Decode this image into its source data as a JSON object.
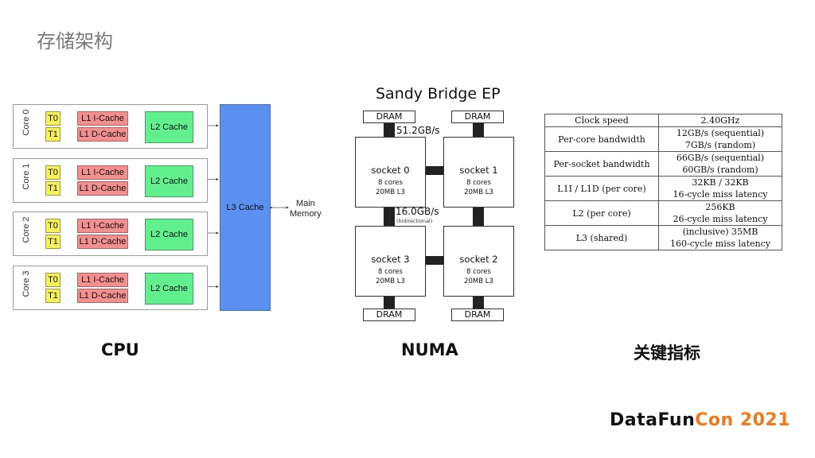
{
  "page_title": "存储架构",
  "cpu": {
    "caption": "CPU",
    "cores": [
      {
        "label": "Core 0",
        "t0": "T0",
        "t1": "T1",
        "l1i": "L1 I-Cache",
        "l1d": "L1 D-Cache",
        "l2": "L2 Cache"
      },
      {
        "label": "Core 1",
        "t0": "T0",
        "t1": "T1",
        "l1i": "L1 I-Cache",
        "l1d": "L1 D-Cache",
        "l2": "L2 Cache"
      },
      {
        "label": "Core 2",
        "t0": "T0",
        "t1": "T1",
        "l1i": "L1 I-Cache",
        "l1d": "L1 D-Cache",
        "l2": "L2 Cache"
      },
      {
        "label": "Core 3",
        "t0": "T0",
        "t1": "T1",
        "l1i": "L1 I-Cache",
        "l1d": "L1 D-Cache",
        "l2": "L2 Cache"
      }
    ],
    "l3": "L3 Cache",
    "main_memory": [
      "Main",
      "Memory"
    ]
  },
  "numa": {
    "caption": "NUMA",
    "title": "Sandy Bridge EP",
    "dram": "DRAM",
    "sockets": [
      {
        "name": "socket 0",
        "cores": "8 cores",
        "l3": "20MB L3"
      },
      {
        "name": "socket 1",
        "cores": "8 cores",
        "l3": "20MB L3"
      },
      {
        "name": "socket 3",
        "cores": "8 cores",
        "l3": "20MB L3"
      },
      {
        "name": "socket 2",
        "cores": "8 cores",
        "l3": "20MB L3"
      }
    ],
    "mem_bandwidth": "51.2GB/s",
    "qpi_bandwidth": "16.0GB/s",
    "qpi_note": "(bidirectional)"
  },
  "metrics": {
    "caption": "关键指标",
    "rows": [
      {
        "key": "Clock speed",
        "values": [
          "2.40GHz"
        ]
      },
      {
        "key": "Per-core bandwidth",
        "values": [
          "12GB/s (sequential)",
          "7GB/s (random)"
        ]
      },
      {
        "key": "Per-socket bandwidth",
        "values": [
          "66GB/s (sequential)",
          "60GB/s (random)"
        ]
      },
      {
        "key": "L1I / L1D (per core)",
        "values": [
          "32KB / 32KB",
          "16-cycle miss latency"
        ]
      },
      {
        "key": "L2 (per core)",
        "values": [
          "256KB",
          "26-cycle miss latency"
        ]
      },
      {
        "key": "L3 (shared)",
        "values": [
          "(inclusive) 35MB",
          "160-cycle miss latency"
        ]
      }
    ]
  },
  "logo": {
    "part1": "DataFun",
    "part2": "Con 2021"
  },
  "colors": {
    "thread": "#f7f25a",
    "l1": "#f38f8f",
    "l2": "#62ef8e",
    "l3": "#5b8ff0",
    "logo_accent": "#f07a1a"
  }
}
